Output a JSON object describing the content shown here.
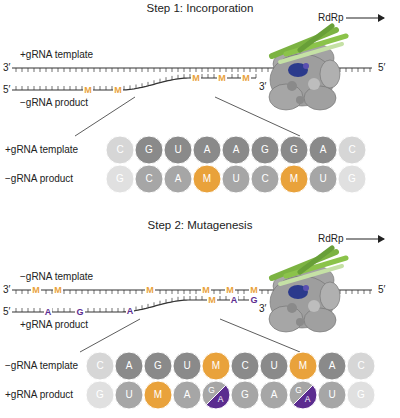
{
  "diagram": {
    "labels": [
      "Step 1: Incorporation",
      "RdRp",
      "3′",
      "5′",
      "+gRNA template",
      "5′",
      "3′",
      "−gRNA product",
      "M",
      "M",
      "M",
      "M",
      "M",
      "+gRNA template",
      "−gRNA product",
      "C",
      "G",
      "U",
      "A",
      "A",
      "G",
      "G",
      "A",
      "C",
      "G",
      "C",
      "A",
      "M",
      "U",
      "C",
      "M",
      "U",
      "G",
      "Step 2: Mutagenesis",
      "RdRp",
      "3′",
      "5′",
      "−gRNA template",
      "5′",
      "3′",
      "+gRNA product",
      "M",
      "M",
      "M",
      "M",
      "M",
      "M",
      "A",
      "G",
      "A",
      "M",
      "A",
      "G",
      "−gRNA template",
      "+gRNA product",
      "C",
      "A",
      "G",
      "U",
      "M",
      "C",
      "U",
      "M",
      "A",
      "C",
      "G",
      "U",
      "M",
      "A",
      "G",
      "A",
      "G",
      "A",
      "G",
      "A",
      "U",
      "G"
    ]
  }
}
